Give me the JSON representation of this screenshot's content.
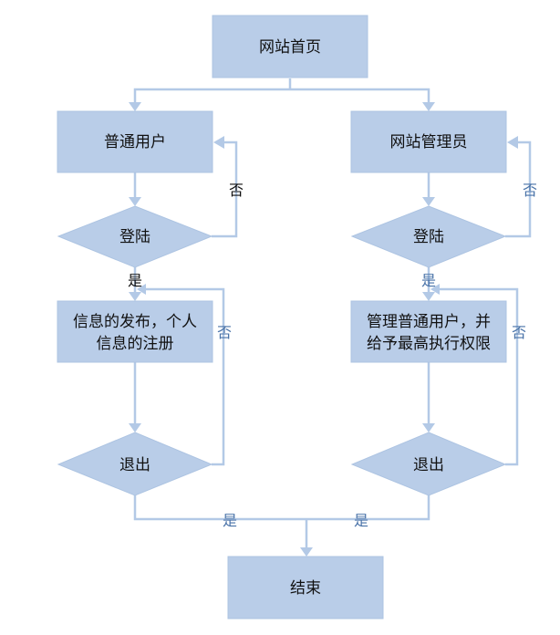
{
  "nodes": {
    "home": "网站首页",
    "user": "普通用户",
    "admin": "网站管理员",
    "login_user": "登陆",
    "login_admin": "登陆",
    "user_action": [
      "信息的发布，个人",
      "信息的注册"
    ],
    "admin_action": [
      "管理普通用户，并",
      "给予最高执行权限"
    ],
    "exit_user": "退出",
    "exit_admin": "退出",
    "end": "结束"
  },
  "edge_labels": {
    "login_user_no": "否",
    "login_user_yes": "是",
    "login_admin_no": "否",
    "login_admin_yes": "是",
    "exit_user_no": "否",
    "exit_user_yes": "是",
    "exit_admin_no": "否",
    "exit_admin_yes": "是"
  },
  "colors": {
    "node_fill": "#b9cde8",
    "edge": "#b3c9e6",
    "label": "#4a73a8"
  }
}
